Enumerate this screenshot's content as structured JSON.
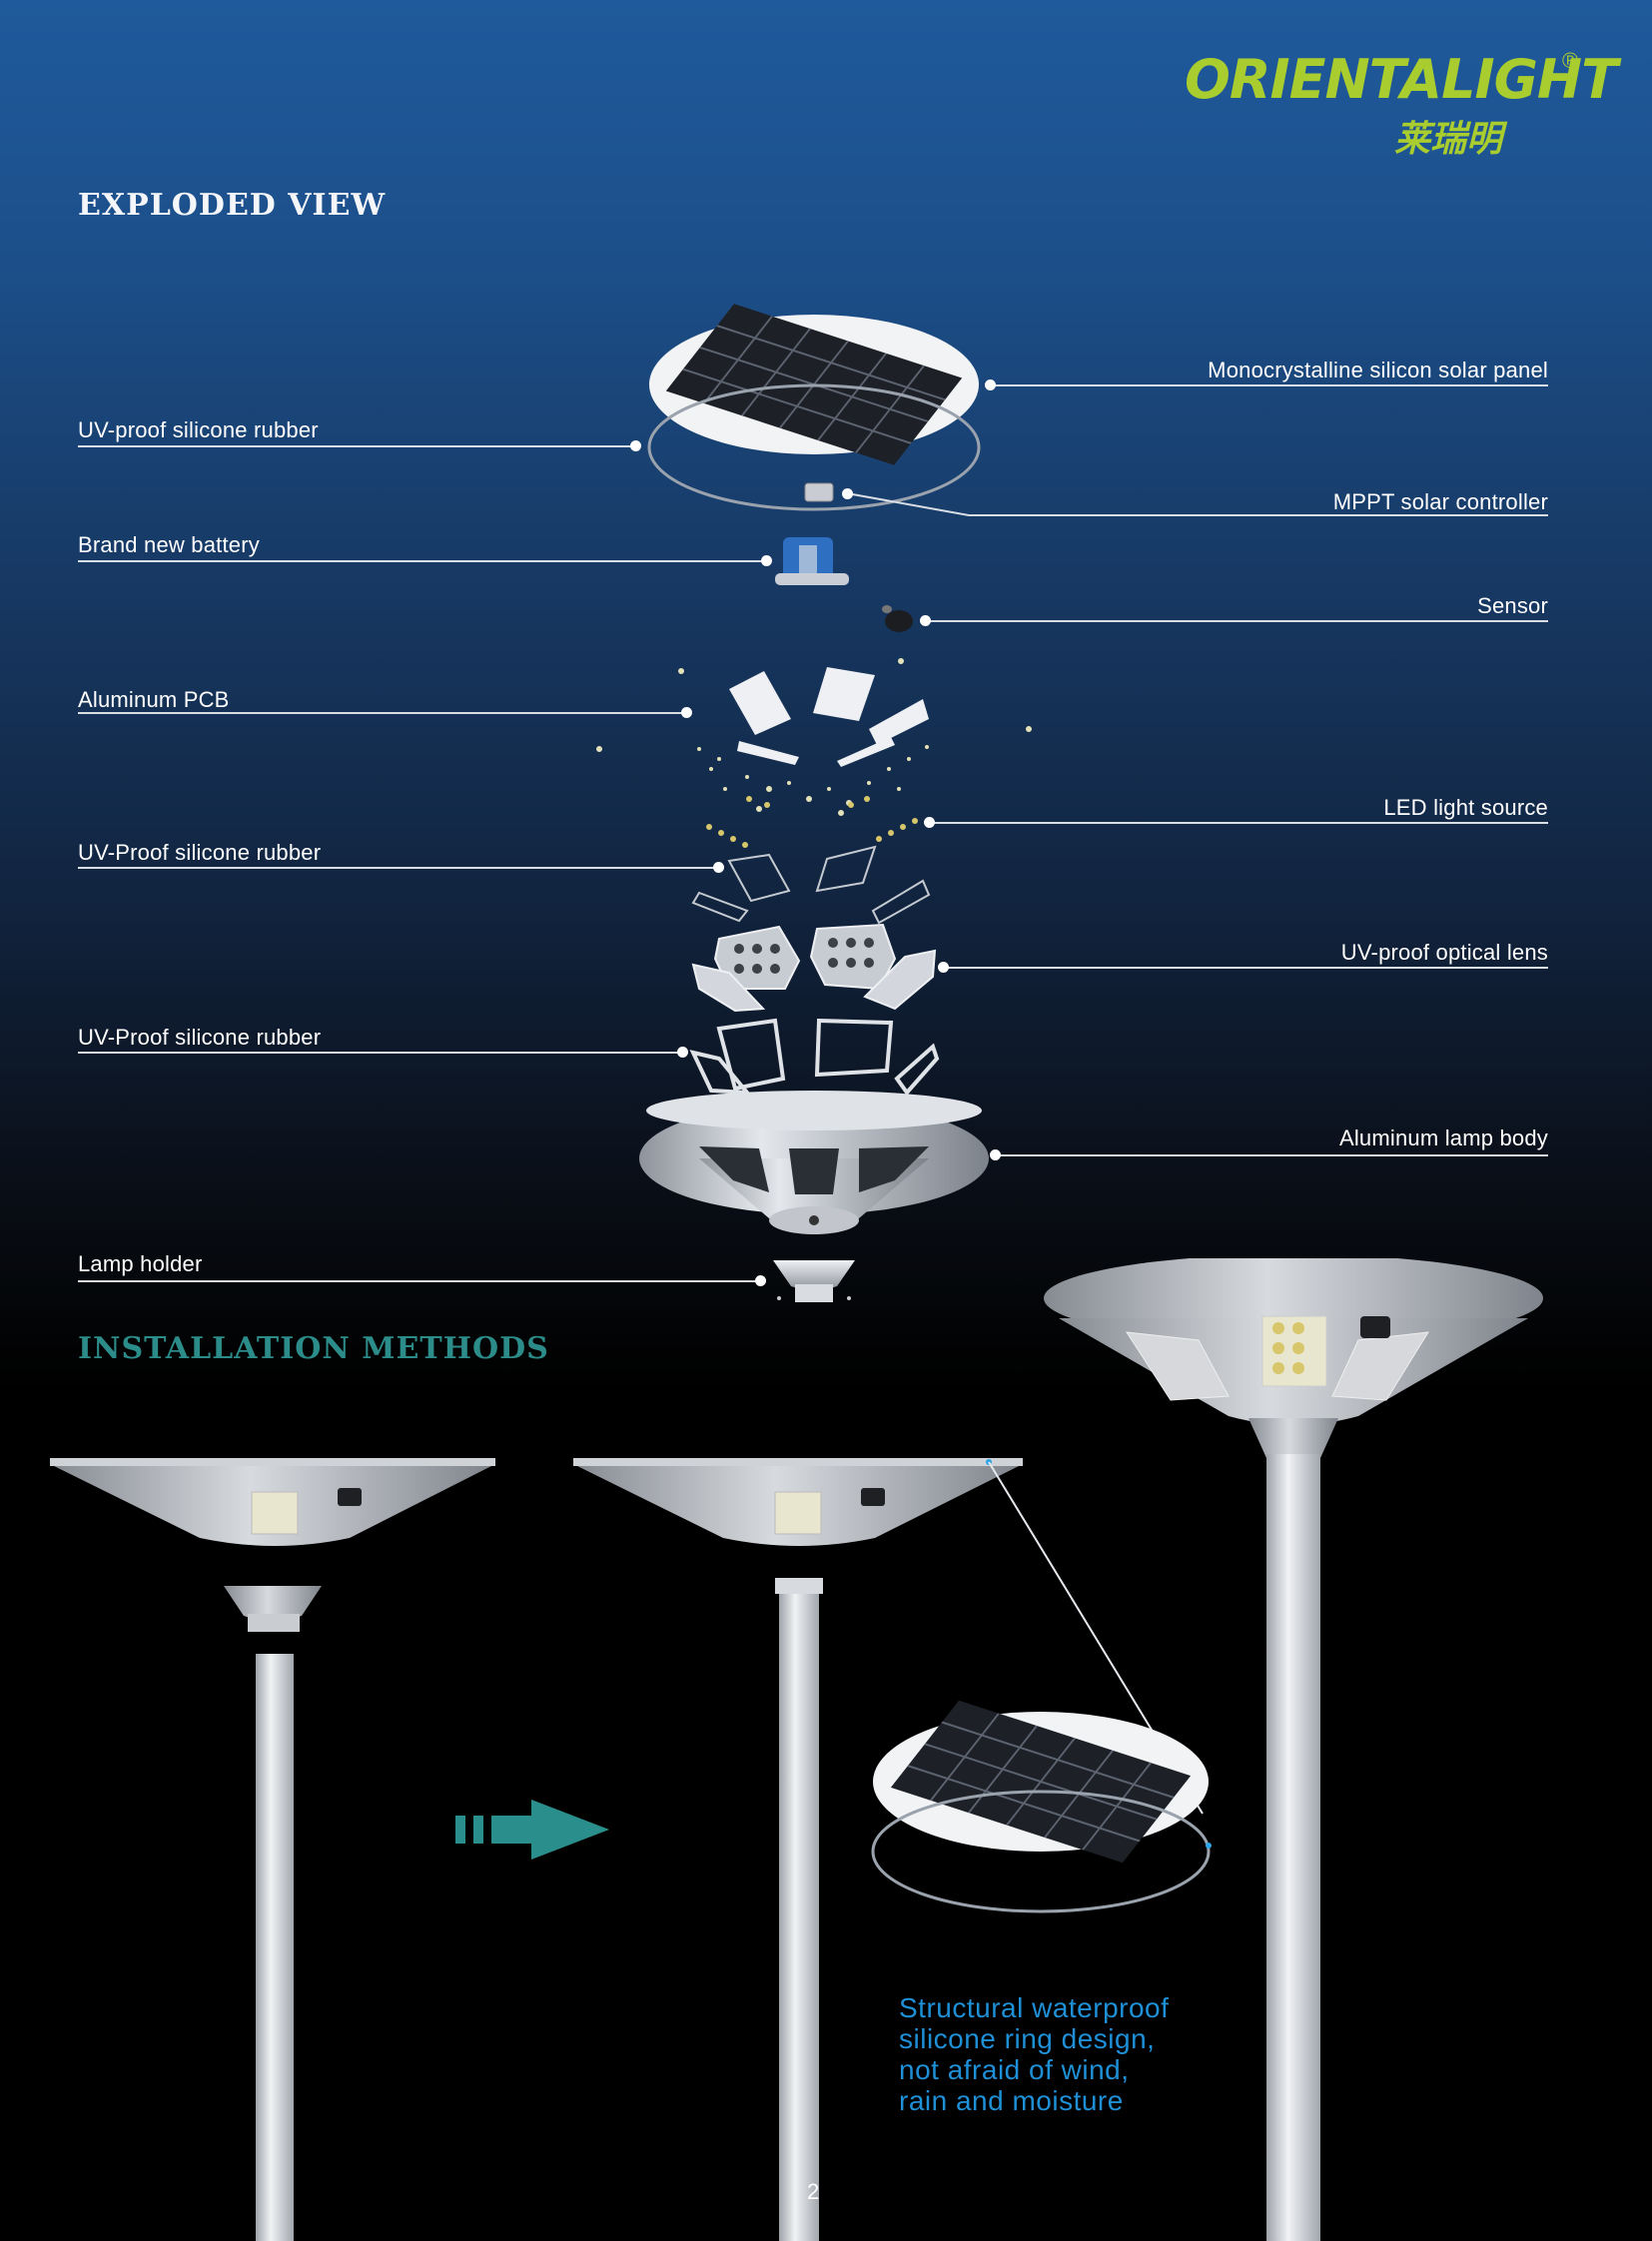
{
  "brand": {
    "name": "ORIENTALIGHT",
    "registered_mark": "®",
    "chinese_name": "莱瑞明",
    "color": "#a9cc2e"
  },
  "sections": {
    "exploded_view_title": "EXPLODED VIEW",
    "installation_title": "INSTALLATION METHODS",
    "title_color_1": "#f4f6fa",
    "title_color_2": "#2c8c8a"
  },
  "exploded_view": {
    "left_labels": [
      "UV-proof silicone rubber",
      "Brand new battery",
      "Aluminum PCB",
      "UV-Proof silicone rubber",
      "UV-Proof silicone rubber",
      "Lamp holder"
    ],
    "right_labels": [
      "Monocrystalline silicon solar panel",
      "MPPT solar controller",
      "Sensor",
      "LED light source",
      "UV-proof optical lens",
      "Aluminum lamp body"
    ]
  },
  "installation": {
    "caption_lines": [
      "Structural waterproof",
      "silicone ring design,",
      "not afraid of wind,",
      "rain and moisture"
    ],
    "caption_color": "#1f8fd6",
    "arrow_color": "#2a8f8c"
  },
  "page_number": "2"
}
